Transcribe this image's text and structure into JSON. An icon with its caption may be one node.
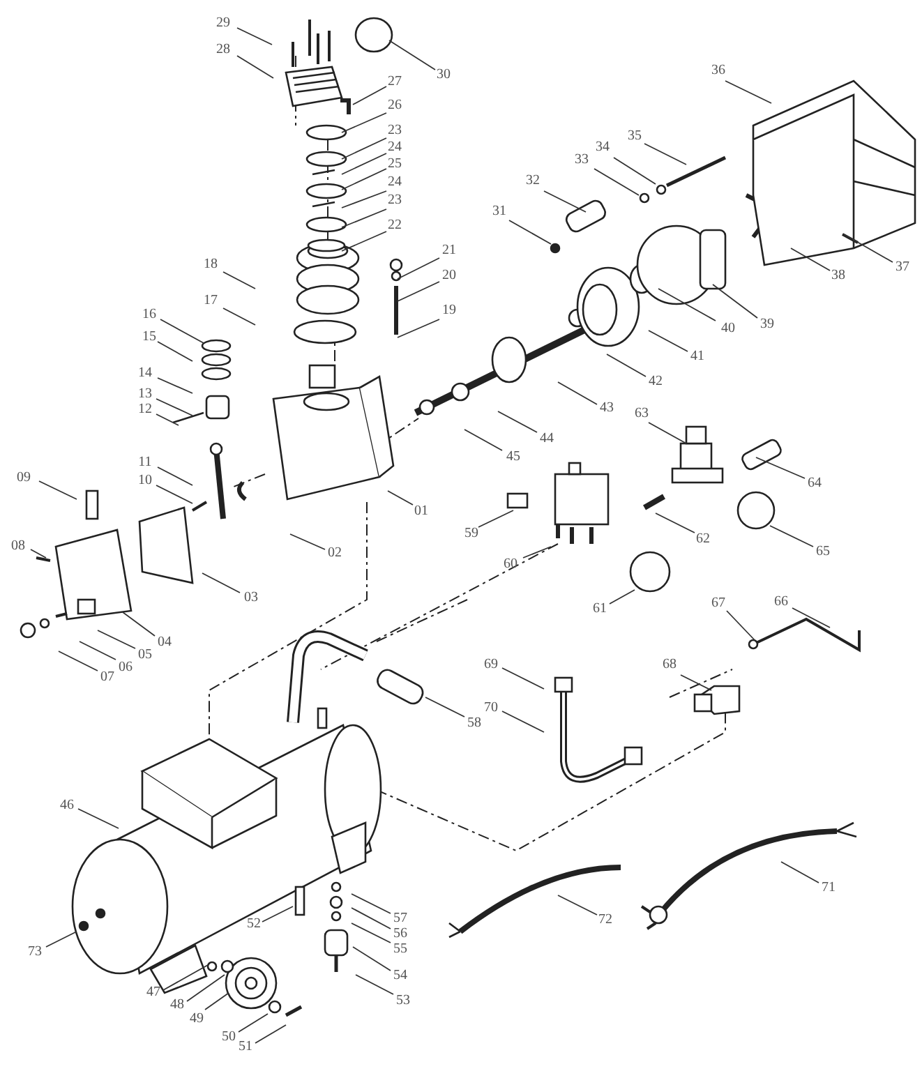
{
  "diagram": {
    "nodes": [
      {
        "text": [
          "01"
        ]
      },
      {
        "text": [
          "02"
        ]
      },
      {
        "text": [
          "03"
        ]
      },
      {
        "text": [
          "04"
        ]
      },
      {
        "text": [
          "05"
        ]
      },
      {
        "text": [
          "06"
        ]
      },
      {
        "text": [
          "07"
        ]
      },
      {
        "text": [
          "08"
        ]
      },
      {
        "text": [
          "09"
        ]
      },
      {
        "text": [
          "10"
        ]
      },
      {
        "text": [
          "11"
        ]
      },
      {
        "text": [
          "12"
        ]
      },
      {
        "text": [
          "13"
        ]
      },
      {
        "text": [
          "14"
        ]
      },
      {
        "text": [
          "15"
        ]
      },
      {
        "text": [
          "16"
        ]
      },
      {
        "text": [
          "17"
        ]
      },
      {
        "text": [
          "18"
        ]
      },
      {
        "text": [
          "19"
        ]
      },
      {
        "text": [
          "20"
        ]
      },
      {
        "text": [
          "21"
        ]
      },
      {
        "text": [
          "22"
        ]
      },
      {
        "text": [
          "23"
        ]
      },
      {
        "text": [
          "23"
        ]
      },
      {
        "text": [
          "24"
        ]
      },
      {
        "text": [
          "24"
        ]
      },
      {
        "text": [
          "25"
        ]
      },
      {
        "text": [
          "26"
        ]
      },
      {
        "text": [
          "27"
        ]
      },
      {
        "text": [
          "28"
        ]
      },
      {
        "text": [
          "29"
        ]
      },
      {
        "text": [
          "30"
        ]
      },
      {
        "text": [
          "31"
        ]
      },
      {
        "text": [
          "32"
        ]
      },
      {
        "text": [
          "33"
        ]
      },
      {
        "text": [
          "34"
        ]
      },
      {
        "text": [
          "35"
        ]
      },
      {
        "text": [
          "36"
        ]
      },
      {
        "text": [
          "37"
        ]
      },
      {
        "text": [
          "38"
        ]
      },
      {
        "text": [
          "39"
        ]
      },
      {
        "text": [
          "40"
        ]
      },
      {
        "text": [
          "41"
        ]
      },
      {
        "text": [
          "42"
        ]
      },
      {
        "text": [
          "43"
        ]
      },
      {
        "text": [
          "44"
        ]
      },
      {
        "text": [
          "45"
        ]
      },
      {
        "text": [
          "46"
        ]
      },
      {
        "text": [
          "47"
        ]
      },
      {
        "text": [
          "48"
        ]
      },
      {
        "text": [
          "49"
        ]
      },
      {
        "text": [
          "50"
        ]
      },
      {
        "text": [
          "51"
        ]
      },
      {
        "text": [
          "52"
        ]
      },
      {
        "text": [
          "53"
        ]
      },
      {
        "text": [
          "54"
        ]
      },
      {
        "text": [
          "55"
        ]
      },
      {
        "text": [
          "56"
        ]
      },
      {
        "text": [
          "57"
        ]
      },
      {
        "text": [
          "58"
        ]
      },
      {
        "text": [
          "59"
        ]
      },
      {
        "text": [
          "60"
        ]
      },
      {
        "text": [
          "61"
        ]
      },
      {
        "text": [
          "62"
        ]
      },
      {
        "text": [
          "63"
        ]
      },
      {
        "text": [
          "64"
        ]
      },
      {
        "text": [
          "65"
        ]
      },
      {
        "text": [
          "66"
        ]
      },
      {
        "text": [
          "67"
        ]
      },
      {
        "text": [
          "68"
        ]
      },
      {
        "text": [
          "69"
        ]
      },
      {
        "text": [
          "70"
        ]
      },
      {
        "text": [
          "71"
        ]
      },
      {
        "text": [
          "72"
        ]
      },
      {
        "text": [
          "73"
        ]
      }
    ],
    "edges": [
      {
        "from": 0,
        "to": null,
        "arrow": "none"
      },
      {
        "from": 1,
        "to": null,
        "arrow": "none"
      },
      {
        "from": 2,
        "to": null,
        "arrow": "none"
      },
      {
        "from": 3,
        "to": null,
        "arrow": "none"
      },
      {
        "from": 4,
        "to": null,
        "arrow": "none"
      },
      {
        "from": 5,
        "to": null,
        "arrow": "none"
      },
      {
        "from": 6,
        "to": null,
        "arrow": "none"
      },
      {
        "from": 7,
        "to": null,
        "arrow": "none"
      },
      {
        "from": 8,
        "to": null,
        "arrow": "none"
      },
      {
        "from": 9,
        "to": null,
        "arrow": "none"
      },
      {
        "from": 10,
        "to": null,
        "arrow": "none"
      },
      {
        "from": 11,
        "to": null,
        "arrow": "none"
      },
      {
        "from": 12,
        "to": null,
        "arrow": "none"
      },
      {
        "from": 13,
        "to": null,
        "arrow": "none"
      },
      {
        "from": 14,
        "to": null,
        "arrow": "none"
      },
      {
        "from": 15,
        "to": null,
        "arrow": "none"
      },
      {
        "from": 16,
        "to": null,
        "arrow": "none"
      },
      {
        "from": 17,
        "to": null,
        "arrow": "none"
      },
      {
        "from": 18,
        "to": null,
        "arrow": "none"
      },
      {
        "from": 19,
        "to": null,
        "arrow": "none"
      },
      {
        "from": 20,
        "to": null,
        "arrow": "none"
      },
      {
        "from": 21,
        "to": null,
        "arrow": "none"
      },
      {
        "from": 22,
        "to": null,
        "arrow": "none"
      },
      {
        "from": 23,
        "to": null,
        "arrow": "none"
      },
      {
        "from": 24,
        "to": null,
        "arrow": "none"
      },
      {
        "from": 25,
        "to": null,
        "arrow": "none"
      },
      {
        "from": 26,
        "to": null,
        "arrow": "none"
      },
      {
        "from": 27,
        "to": null,
        "arrow": "none"
      },
      {
        "from": 28,
        "to": null,
        "arrow": "none"
      },
      {
        "from": 29,
        "to": null,
        "arrow": "none"
      },
      {
        "from": 30,
        "to": null,
        "arrow": "none"
      },
      {
        "from": 31,
        "to": null,
        "arrow": "none"
      },
      {
        "from": 32,
        "to": null,
        "arrow": "none"
      },
      {
        "from": 33,
        "to": null,
        "arrow": "none"
      },
      {
        "from": 34,
        "to": null,
        "arrow": "none"
      },
      {
        "from": 35,
        "to": null,
        "arrow": "none"
      },
      {
        "from": 36,
        "to": null,
        "arrow": "none"
      },
      {
        "from": 37,
        "to": null,
        "arrow": "none"
      },
      {
        "from": 38,
        "to": null,
        "arrow": "none"
      },
      {
        "from": 39,
        "to": null,
        "arrow": "none"
      },
      {
        "from": 40,
        "to": null,
        "arrow": "none"
      },
      {
        "from": 41,
        "to": null,
        "arrow": "none"
      },
      {
        "from": 42,
        "to": null,
        "arrow": "none"
      },
      {
        "from": 43,
        "to": null,
        "arrow": "none"
      },
      {
        "from": 44,
        "to": null,
        "arrow": "none"
      },
      {
        "from": 45,
        "to": null,
        "arrow": "none"
      },
      {
        "from": 46,
        "to": null,
        "arrow": "none"
      },
      {
        "from": 47,
        "to": null,
        "arrow": "none"
      },
      {
        "from": 48,
        "to": null,
        "arrow": "none"
      },
      {
        "from": 49,
        "to": null,
        "arrow": "none"
      },
      {
        "from": 50,
        "to": null,
        "arrow": "none"
      },
      {
        "from": 51,
        "to": null,
        "arrow": "none"
      },
      {
        "from": 52,
        "to": null,
        "arrow": "none"
      },
      {
        "from": 53,
        "to": null,
        "arrow": "none"
      },
      {
        "from": 54,
        "to": null,
        "arrow": "none"
      },
      {
        "from": 55,
        "to": null,
        "arrow": "none"
      },
      {
        "from": 56,
        "to": null,
        "arrow": "none"
      },
      {
        "from": 57,
        "to": null,
        "arrow": "none"
      },
      {
        "from": 58,
        "to": null,
        "arrow": "none"
      },
      {
        "from": 59,
        "to": null,
        "arrow": "none"
      },
      {
        "from": 60,
        "to": null,
        "arrow": "none"
      },
      {
        "from": 61,
        "to": null,
        "arrow": "none"
      },
      {
        "from": 62,
        "to": null,
        "arrow": "none"
      },
      {
        "from": 63,
        "to": null,
        "arrow": "none"
      },
      {
        "from": 64,
        "to": null,
        "arrow": "none"
      },
      {
        "from": 65,
        "to": null,
        "arrow": "none"
      },
      {
        "from": 66,
        "to": null,
        "arrow": "none"
      },
      {
        "from": 67,
        "to": null,
        "arrow": "none"
      },
      {
        "from": 68,
        "to": null,
        "arrow": "none"
      },
      {
        "from": 69,
        "to": null,
        "arrow": "none"
      },
      {
        "from": 70,
        "to": null,
        "arrow": "none"
      },
      {
        "from": 71,
        "to": null,
        "arrow": "none"
      },
      {
        "from": 72,
        "to": null,
        "arrow": "none"
      },
      {
        "from": 73,
        "to": null,
        "arrow": "none"
      },
      {
        "from": 74,
        "to": null,
        "arrow": "none"
      }
    ]
  }
}
